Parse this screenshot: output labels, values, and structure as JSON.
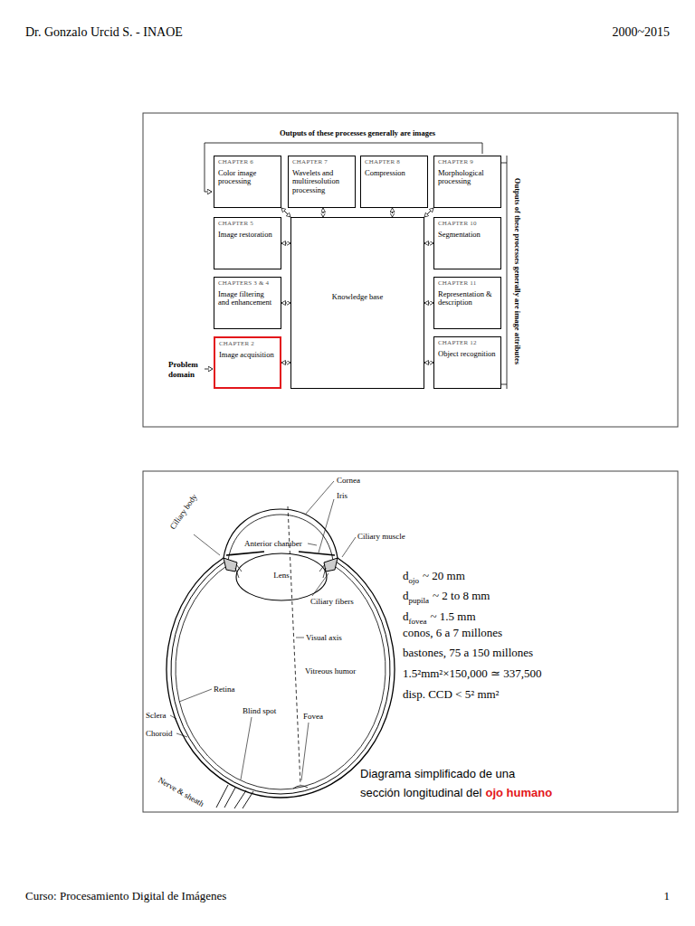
{
  "diagram": {
    "nodes": [
      {
        "text": [
          "CHAPTER 6",
          "Color image processing"
        ]
      },
      {
        "text": [
          "CHAPTER 7",
          "Wavelets and multiresolution processing"
        ]
      },
      {
        "text": [
          "CHAPTER 8",
          "Compression"
        ]
      },
      {
        "text": [
          "CHAPTER 9",
          "Morphological processing"
        ]
      },
      {
        "text": [
          "CHAPTER 5",
          "Image restoration"
        ]
      },
      {
        "text": [
          "Knowledge base"
        ]
      },
      {
        "text": [
          "CHAPTER 10",
          "Segmentation"
        ]
      },
      {
        "text": [
          "CHAPTERS 3 & 4",
          "Image filtering and enhancement"
        ]
      },
      {
        "text": [
          "CHAPTER 11",
          "Representation & description"
        ]
      },
      {
        "text": [
          "CHAPTER 2",
          "Image acquisition"
        ]
      },
      {
        "text": [
          "CHAPTER 12",
          "Object recognition"
        ]
      }
    ],
    "edges": [
      {
        "from": 5,
        "to": 0,
        "arrow": "both"
      },
      {
        "from": 5,
        "to": 1,
        "arrow": "both"
      },
      {
        "from": 5,
        "to": 2,
        "arrow": "both"
      },
      {
        "from": 5,
        "to": 3,
        "arrow": "both"
      },
      {
        "from": 5,
        "to": 4,
        "arrow": "both"
      },
      {
        "from": 5,
        "to": 6,
        "arrow": "both"
      },
      {
        "from": 5,
        "to": 7,
        "arrow": "both"
      },
      {
        "from": 5,
        "to": 8,
        "arrow": "both"
      },
      {
        "from": 5,
        "to": 9,
        "arrow": "both"
      },
      {
        "from": 5,
        "to": 10,
        "arrow": "both"
      }
    ],
    "labels": [
      "Dr. Gonzalo Urcid S. - INAOE",
      "2000~2015",
      "Outputs of these processes generally are images",
      "Outputs of these processes generally are image attributes",
      "Problem domain",
      "Cornea",
      "Iris",
      "Ciliary body",
      "Ciliary muscle",
      "Anterior chamber",
      "Lens",
      "Ciliary fibers",
      "Visual axis",
      "Vitreous humor",
      "Retina",
      "Blind spot",
      "Fovea",
      "Sclera",
      "Choroid",
      "Nerve & sheath",
      "d",
      "ojo",
      "~ 20 mm",
      "d",
      "pupila",
      "~ 2 to 8 mm",
      "d",
      "fovea",
      "~ 1.5 mm",
      "conos, 6 a 7 millones",
      "bastones, 75 a 150 millones",
      "1.5²mm²×150,000 ≃ 337,500",
      "disp. CCD < 5² mm²",
      "Diagrama simplificado de una",
      "sección longitudinal del",
      "ojo humano",
      "Curso: Procesamiento Digital de Imágenes",
      "1"
    ]
  }
}
